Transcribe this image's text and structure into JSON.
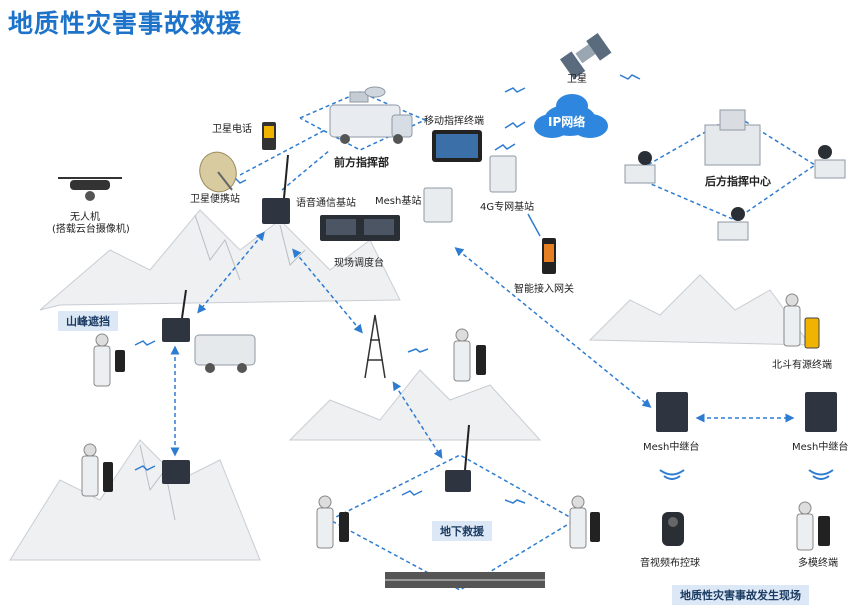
{
  "title": "地质性灾害事故救援",
  "labels": {
    "satellite": "卫星",
    "ip_network": "IP网络",
    "front_command": "前方指挥部",
    "mobile_terminal": "移动指挥终端",
    "sat_phone": "卫星电话",
    "sat_portable": "卫星便携站",
    "voice_station": "语音通信基站",
    "mesh_station": "Mesh基站",
    "lte_station": "4G专网基站",
    "rear_command": "后方指挥中心",
    "drone": "无人机",
    "drone_sub": "(搭载云台摄像机)",
    "dispatch": "现场调度台",
    "smart_gateway": "智能接入网关",
    "mountain_block": "山峰遮挡",
    "beidou": "北斗有源终端",
    "mesh_relay_left": "Mesh中继台",
    "mesh_relay_right": "Mesh中继台",
    "av_ball": "音视频布控球",
    "multi_mode": "多模终端",
    "underground": "地下救援",
    "disaster_site": "地质性灾害事故发生现场"
  }
}
